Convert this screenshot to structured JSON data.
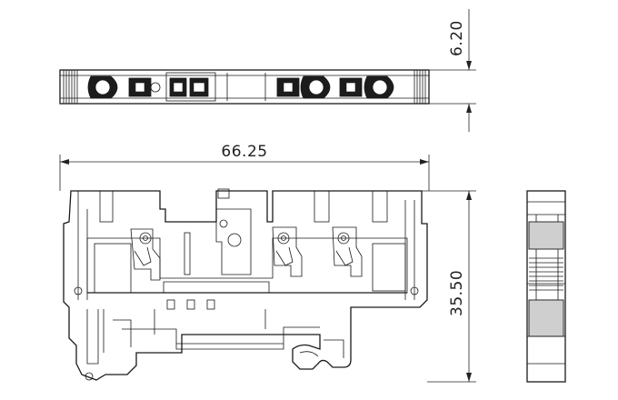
{
  "dimensions": {
    "top_height": "6.20",
    "front_width": "66.25",
    "front_height": "35.50"
  },
  "views": [
    "top-view",
    "front-view",
    "side-view"
  ]
}
